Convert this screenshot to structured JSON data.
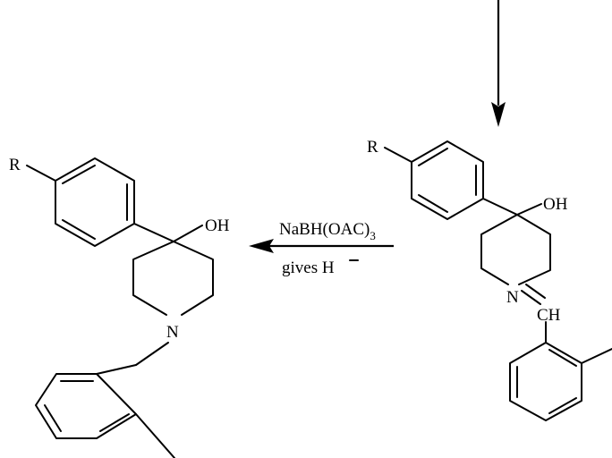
{
  "product": {
    "substituent_label": "R",
    "hydroxyl_label": "OH",
    "nitrogen_label": "N"
  },
  "reactant": {
    "substituent_label": "R",
    "hydroxyl_label": "OH",
    "nitrogen_label": "N",
    "methine_label": "CH"
  },
  "reagent": {
    "name_main": "NaBH(OAC)",
    "name_subscript": "3",
    "note_main": "gives H",
    "note_charge": "−"
  },
  "colors": {
    "ink": "#000000",
    "background": "#ffffff"
  }
}
